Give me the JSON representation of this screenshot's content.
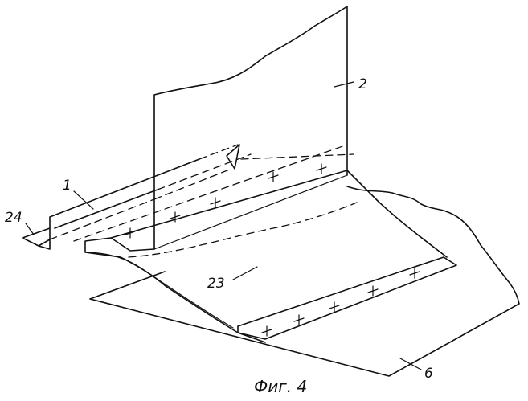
{
  "figure": {
    "caption": "Фиг. 4",
    "labels": {
      "part_1": "1",
      "part_2": "2",
      "part_6": "6",
      "part_23": "23",
      "part_24": "24"
    }
  }
}
